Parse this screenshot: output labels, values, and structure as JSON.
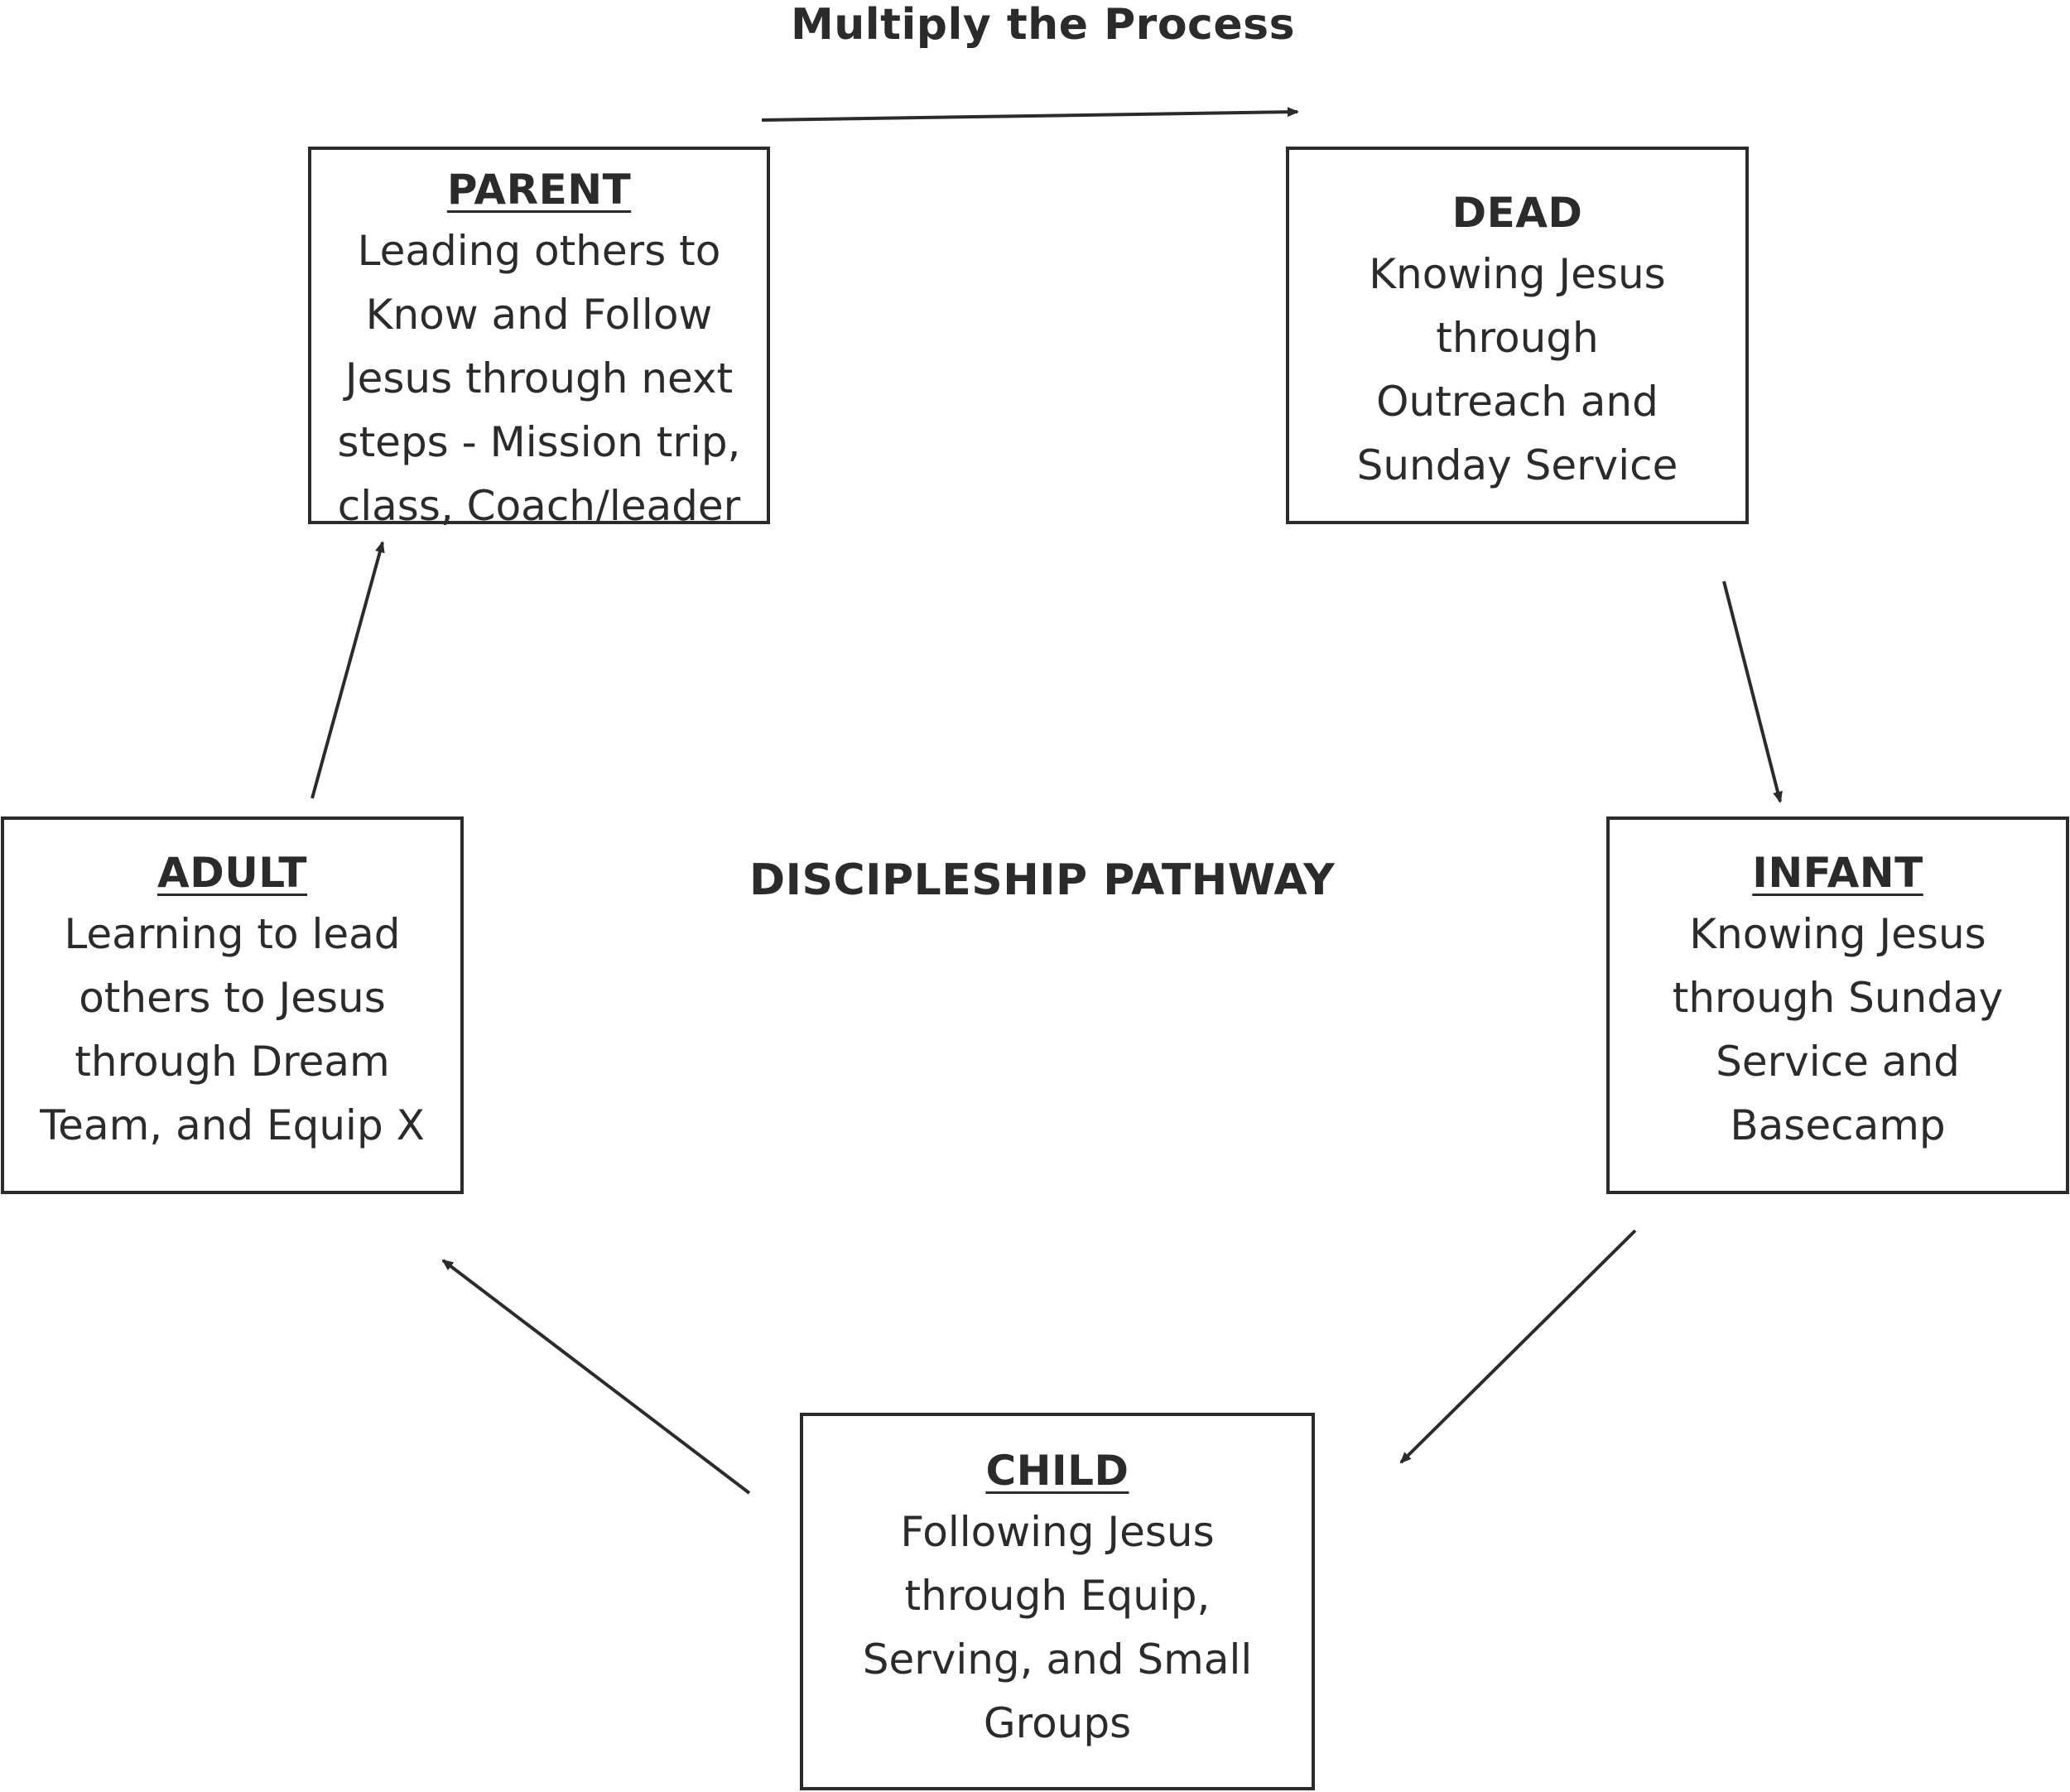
{
  "diagram": {
    "top_label": "Multiply the Process",
    "center_label": "DISCIPLESHIP PATHWAY",
    "line_color": "#2b2b2b",
    "stages": {
      "parent": {
        "title": "PARENT",
        "description": "Leading others to\nKnow and Follow\nJesus through next\nsteps - Mission trip,\nclass, Coach/leader"
      },
      "dead": {
        "title": "DEAD",
        "description": "Knowing Jesus\nthrough\nOutreach and\nSunday Service"
      },
      "infant": {
        "title": "INFANT",
        "description": "Knowing Jesus\nthrough Sunday\nService and\nBasecamp"
      },
      "child": {
        "title": "CHILD",
        "description": "Following Jesus\nthrough Equip,\nServing, and Small\nGroups"
      },
      "adult": {
        "title": "ADULT",
        "description": "Learning to lead\nothers to Jesus\nthrough Dream\nTeam, and Equip X"
      }
    }
  }
}
